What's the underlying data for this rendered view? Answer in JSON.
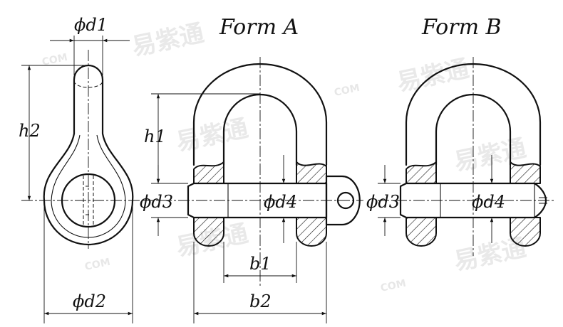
{
  "titles": {
    "form_a": "Form A",
    "form_b": "Form B"
  },
  "dimensions": {
    "d1": "ϕd1",
    "d2": "ϕd2",
    "d3_a": "ϕd3",
    "d4_a": "ϕd4",
    "d3_b": "ϕd3",
    "d4_b": "ϕd4",
    "h1": "h1",
    "h2": "h2",
    "b1": "b1",
    "b2": "b2"
  },
  "watermark": {
    "logo_text": "易紫通",
    "domain_text": "COM"
  }
}
